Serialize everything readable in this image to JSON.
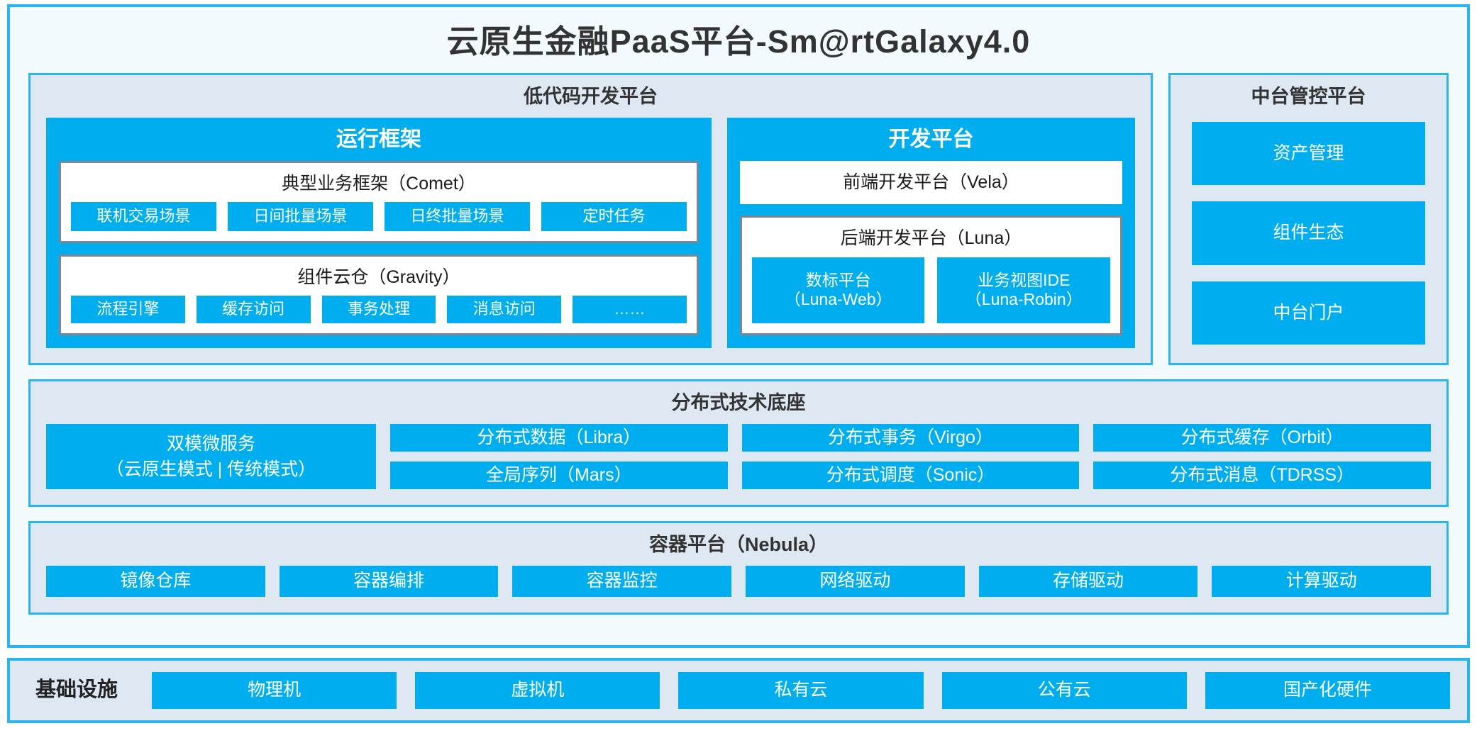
{
  "title": "云原生金融PaaS平台-Sm@rtGalaxy4.0",
  "colors": {
    "accent_blue": "#00AEEF",
    "panel_bg": "#DEE8F3",
    "frame_border": "#29B6F0",
    "card_border": "#7B8794",
    "page_bg": "#F3FAFD"
  },
  "lowcode": {
    "title": "低代码开发平台",
    "runtime": {
      "title": "运行框架",
      "comet": {
        "title": "典型业务框架（Comet）",
        "items": [
          "联机交易场景",
          "日间批量场景",
          "日终批量场景",
          "定时任务"
        ]
      },
      "gravity": {
        "title": "组件云仓（Gravity）",
        "items": [
          "流程引擎",
          "缓存访问",
          "事务处理",
          "消息访问",
          "……"
        ]
      }
    },
    "devplatform": {
      "title": "开发平台",
      "vela": "前端开发平台（Vela）",
      "luna": {
        "title": "后端开发平台（Luna）",
        "items": [
          {
            "line1": "数标平台",
            "line2": "（Luna-Web）"
          },
          {
            "line1": "业务视图IDE",
            "line2": "（Luna-Robin）"
          }
        ]
      }
    }
  },
  "mgmt": {
    "title": "中台管控平台",
    "items": [
      "资产管理",
      "组件生态",
      "中台门户"
    ]
  },
  "foundation": {
    "title": "分布式技术底座",
    "wide": {
      "line1": "双模微服务",
      "line2": "（云原生模式 | 传统模式）"
    },
    "columns": [
      [
        "分布式数据（Libra）",
        "全局序列（Mars）"
      ],
      [
        "分布式事务（Virgo）",
        "分布式调度（Sonic）"
      ],
      [
        "分布式缓存（Orbit）",
        "分布式消息（TDRSS）"
      ]
    ]
  },
  "container": {
    "title": "容器平台（Nebula）",
    "items": [
      "镜像仓库",
      "容器编排",
      "容器监控",
      "网络驱动",
      "存储驱动",
      "计算驱动"
    ]
  },
  "infrastructure": {
    "label": "基础设施",
    "items": [
      "物理机",
      "虚拟机",
      "私有云",
      "公有云",
      "国产化硬件"
    ]
  }
}
